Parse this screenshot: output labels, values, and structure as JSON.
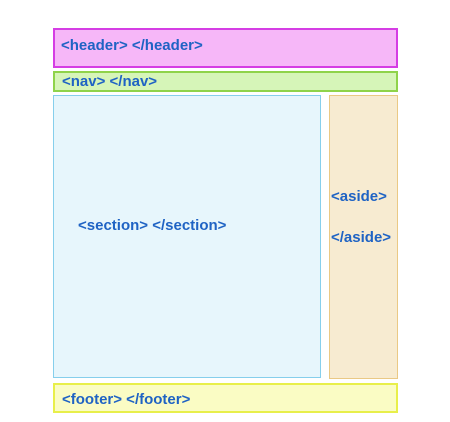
{
  "diagram": {
    "header": {
      "label": "<header>  </header>",
      "color": "#f6b7f8",
      "border_color": "#d53de4"
    },
    "nav": {
      "label": "<nav> </nav>",
      "color": "#d6f5b8",
      "border_color": "#8fd34a"
    },
    "section": {
      "label": "<section>  </section>",
      "color": "#e7f6fc",
      "border_color": "#86cfec"
    },
    "aside": {
      "open_label": "<aside>",
      "close_label": "</aside>",
      "color": "#f7ebd1",
      "border_color": "#eac985"
    },
    "footer": {
      "label": "<footer> </footer>",
      "color": "#fafcc4",
      "border_color": "#e8ef4a"
    },
    "text_color": "#1f63c4"
  }
}
